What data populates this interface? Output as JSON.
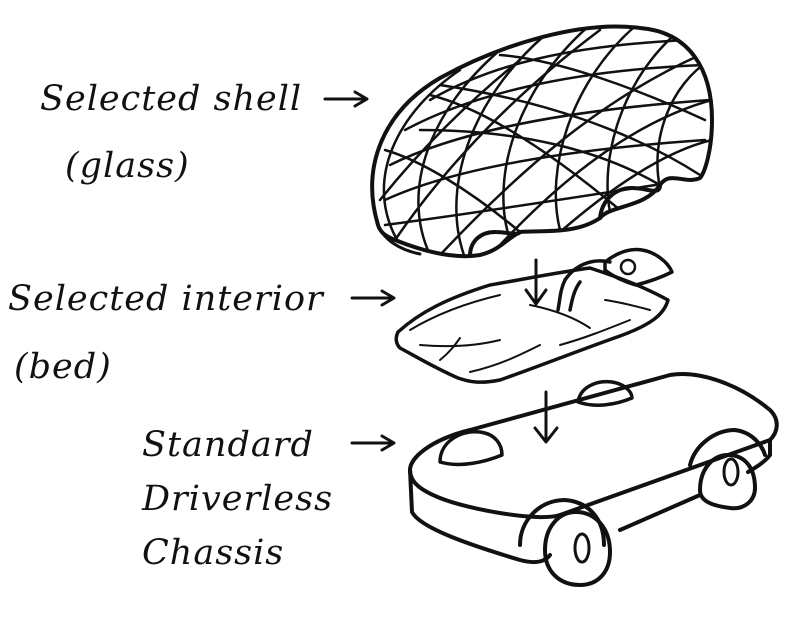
{
  "labels": {
    "shell": {
      "line1": "Selected shell",
      "line2": "(glass)"
    },
    "interior": {
      "line1": "Selected interior",
      "line2": "(bed)"
    },
    "chassis": {
      "line1": "Standard",
      "line2": "Driverless",
      "line3": "Chassis"
    }
  },
  "colors": {
    "ink": "#111111",
    "paper": "#ffffff"
  }
}
